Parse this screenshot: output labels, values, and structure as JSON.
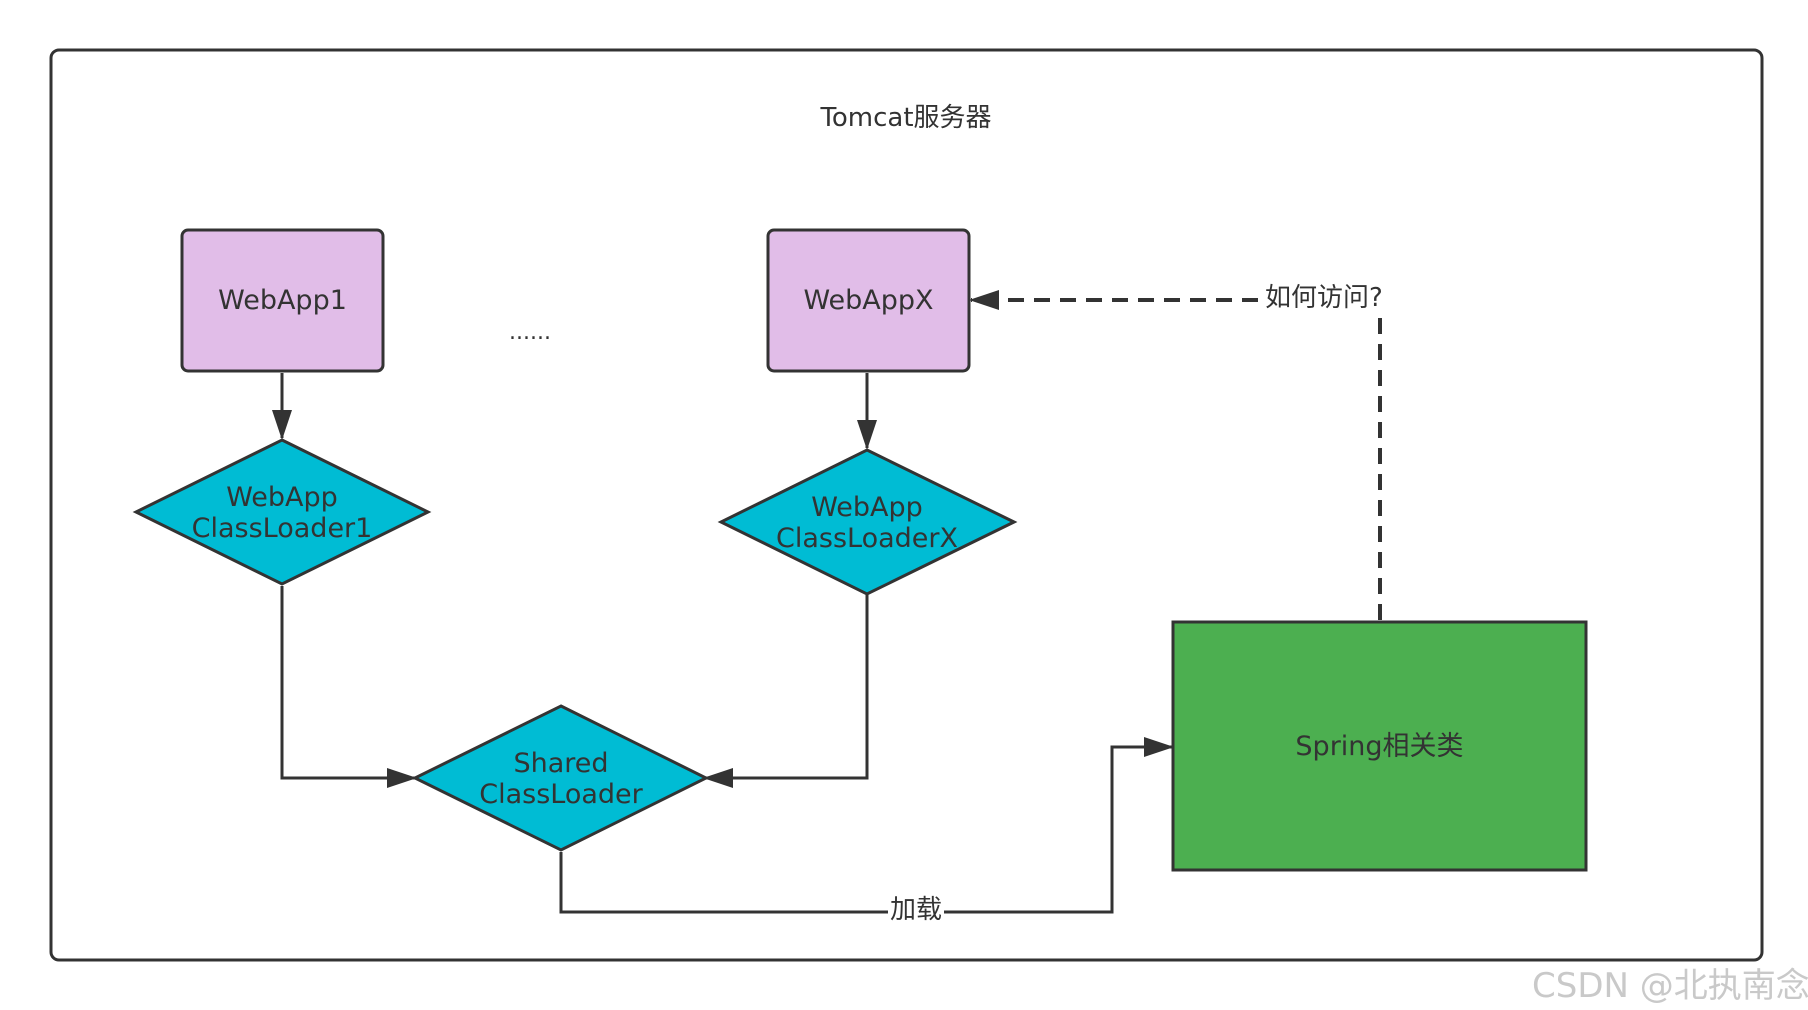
{
  "container": {
    "title": "Tomcat服务器"
  },
  "nodes": {
    "webapp1": {
      "label": "WebApp1",
      "fill": "#e1bde8"
    },
    "webappx": {
      "label": "WebAppX",
      "fill": "#e1bde8"
    },
    "ellipsis": {
      "label": "......"
    },
    "classloader1": {
      "line1": "WebApp",
      "line2": "ClassLoader1",
      "fill": "#00bcd4"
    },
    "classloaderx": {
      "line1": "WebApp",
      "line2": "ClassLoaderX",
      "fill": "#00bcd4"
    },
    "shared": {
      "line1": "Shared",
      "line2": "ClassLoader",
      "fill": "#00bcd4"
    },
    "spring": {
      "label": "Spring相关类",
      "fill": "#4caf50"
    }
  },
  "edges": {
    "load_label": "加载",
    "access_label": "如何访问?"
  },
  "watermark": "CSDN @北执南念",
  "colors": {
    "stroke": "#333333",
    "text": "#333333"
  }
}
